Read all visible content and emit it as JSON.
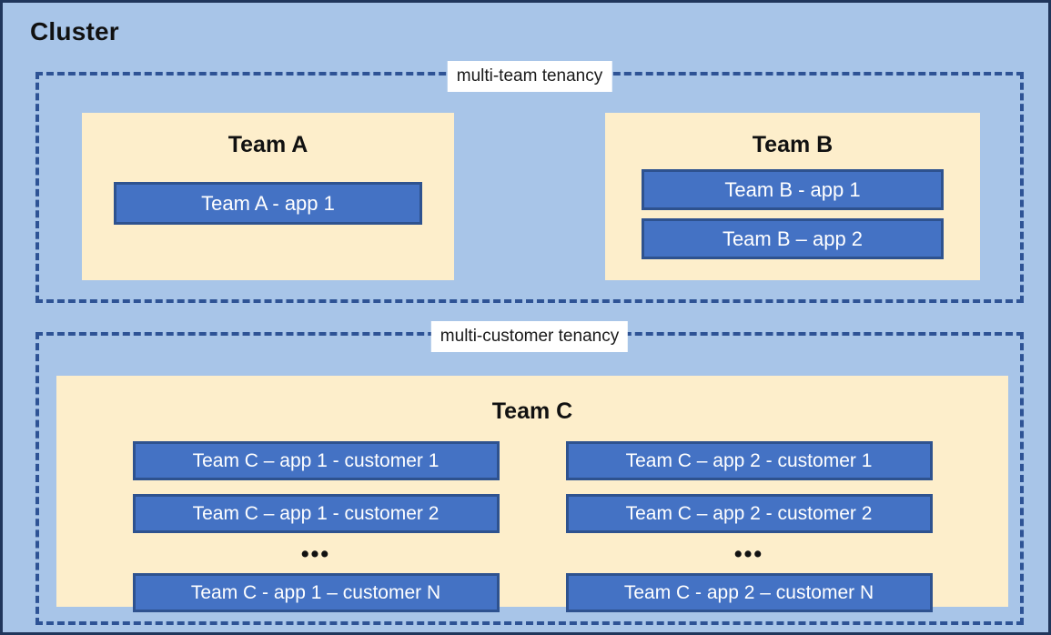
{
  "diagram": {
    "title": "Cluster",
    "colors": {
      "cluster_background": "#A8C5E8",
      "cluster_border": "#20365B",
      "tenancy_dash": "#2E5395",
      "team_panel": "#FDEECB",
      "app_fill": "#4472C4",
      "app_border": "#2E528F",
      "app_text": "#FFFFFF",
      "label_background": "#FFFFFF",
      "text": "#111111"
    },
    "groups": [
      {
        "label": "multi-team tenancy",
        "teams": [
          {
            "name": "Team A",
            "apps": [
              "Team A - app 1"
            ]
          },
          {
            "name": "Team B",
            "apps": [
              "Team B - app 1",
              "Team B – app 2"
            ]
          }
        ]
      },
      {
        "label": "multi-customer tenancy",
        "teams": [
          {
            "name": "Team C",
            "columns": [
              {
                "apps_top": [
                  "Team C – app 1 - customer 1",
                  "Team C – app 1 - customer 2"
                ],
                "ellipsis": "•••",
                "apps_bottom": [
                  "Team C - app 1 – customer N"
                ]
              },
              {
                "apps_top": [
                  "Team C – app 2 - customer 1",
                  "Team C – app 2 - customer 2"
                ],
                "ellipsis": "•••",
                "apps_bottom": [
                  "Team C - app 2 – customer N"
                ]
              }
            ]
          }
        ]
      }
    ]
  }
}
